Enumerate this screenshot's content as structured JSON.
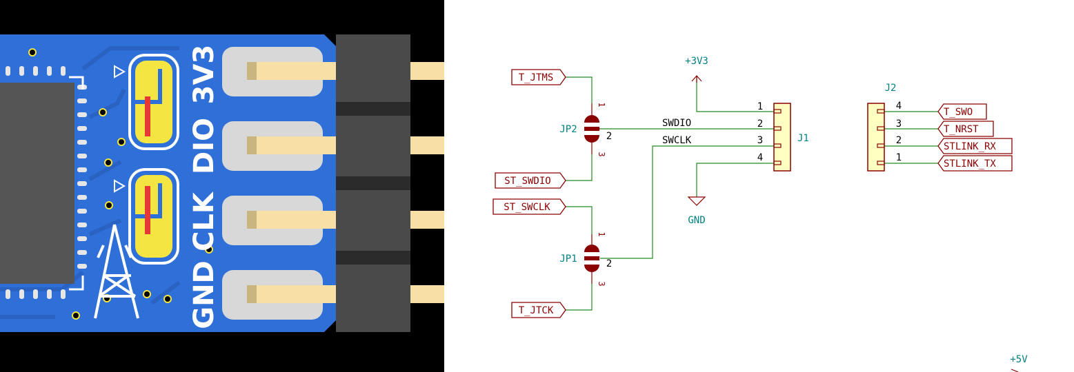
{
  "pcb": {
    "silkscreen": {
      "pin1": "3V3",
      "pin2": "DIO",
      "pin3": "CLK",
      "pin4": "GND"
    },
    "colors": {
      "board": "#2f6fd8",
      "background": "#000000",
      "silk": "#ffffff",
      "pad": "#d8d8d8",
      "copper_pin": "#f7dfa6",
      "jumper_pad": "#f4e542",
      "jumper_trace": "#e53935"
    }
  },
  "schematic": {
    "labels": {
      "t_jtms": "T_JTMS",
      "st_swdio": "ST_SWDIO",
      "st_swclk": "ST_SWCLK",
      "t_jtck": "T_JTCK",
      "t_swo": "T_SWO",
      "t_nrst": "T_NRST",
      "stlink_rx": "STLINK_RX",
      "stlink_tx": "STLINK_TX"
    },
    "nets": {
      "swdio": "SWDIO",
      "swclk": "SWCLK"
    },
    "power": {
      "v33": "+3V3",
      "gnd": "GND",
      "v5": "+5V"
    },
    "refs": {
      "jp2": "JP2",
      "jp1": "JP1",
      "j1": "J1",
      "j2": "J2"
    },
    "pins": {
      "jp_1": "1",
      "jp_2": "2",
      "jp_3": "3",
      "j1": [
        "1",
        "2",
        "3",
        "4"
      ],
      "j2": [
        "4",
        "3",
        "2",
        "1"
      ]
    },
    "colors": {
      "wire": "#228b22",
      "component": "#8b0000",
      "body_fill": "#ffffc2",
      "power_text": "#008080"
    }
  }
}
